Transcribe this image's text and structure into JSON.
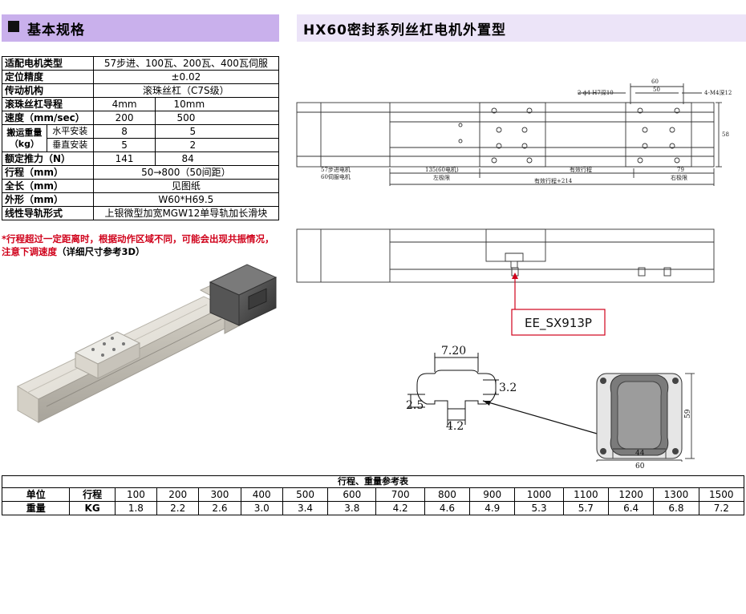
{
  "header_left": {
    "title": "基本规格"
  },
  "header_right": {
    "title": "HX60密封系列丝杠电机外置型"
  },
  "spec": {
    "motor_type": {
      "label": "适配电机类型",
      "value": "57步进、100瓦、200瓦、400瓦伺服"
    },
    "precision": {
      "label": "定位精度",
      "value": "±0.02"
    },
    "drive": {
      "label": "传动机构",
      "value": "滚珠丝杠（C7S级）"
    },
    "lead": {
      "label": "滚珠丝杠导程",
      "v1": "4mm",
      "v2": "10mm"
    },
    "speed": {
      "label": "速度（mm/sec）",
      "v1": "200",
      "v2": "500"
    },
    "load": {
      "label": "搬运重量（kg）",
      "horizontal_label": "水平安装",
      "h1": "8",
      "h2": "5",
      "vertical_label": "垂直安装",
      "ve1": "5",
      "ve2": "2"
    },
    "thrust": {
      "label": "额定推力（N）",
      "v1": "141",
      "v2": "84"
    },
    "stroke": {
      "label": "行程（mm）",
      "value": "50→800（50间距）"
    },
    "length": {
      "label": "全长（mm）",
      "value": "见图纸"
    },
    "shape": {
      "label": "外形（mm）",
      "value": "W60*H69.5"
    },
    "guide": {
      "label": "线性导轨形式",
      "value": "上银微型加宽MGW12单导轨加长滑块"
    }
  },
  "note": {
    "red": "*行程超过一定距离时，根据动作区域不同，可能会出现共振情况，注意下调速度",
    "black": "（详细尺寸参考3D）"
  },
  "drawing": {
    "dim_60": "60",
    "dim_50": "50",
    "hole_left": "2-ϕ4 H7深10",
    "hole_right": "4-M4深12",
    "motor_57": "57步进电机",
    "motor_60": "60伺服电机",
    "dim_135": "135(60电机)",
    "effective_stroke": "有效行程",
    "dim_79": "79",
    "left_limit": "左极限",
    "right_limit": "右极限",
    "total": "有效行程+214",
    "dim_58": "58",
    "sensor_label": "EE_SX913P",
    "slot_720": "7.20",
    "slot_32": "3.2",
    "slot_25": "2.5",
    "slot_42": "4.2",
    "end_59": "59",
    "end_44": "44",
    "end_60": "60"
  },
  "weight_table": {
    "caption": "行程、重量参考表",
    "unit_label": "单位",
    "stroke_label": "行程",
    "weight_label": "重量",
    "kg_label": "KG",
    "strokes": [
      "100",
      "200",
      "300",
      "400",
      "500",
      "600",
      "700",
      "800",
      "900",
      "1000",
      "1100",
      "1200",
      "1300",
      "1500"
    ],
    "weights": [
      "1.8",
      "2.2",
      "2.6",
      "3.0",
      "3.4",
      "3.8",
      "4.2",
      "4.6",
      "4.9",
      "5.3",
      "5.7",
      "6.4",
      "6.8",
      "7.2"
    ]
  }
}
